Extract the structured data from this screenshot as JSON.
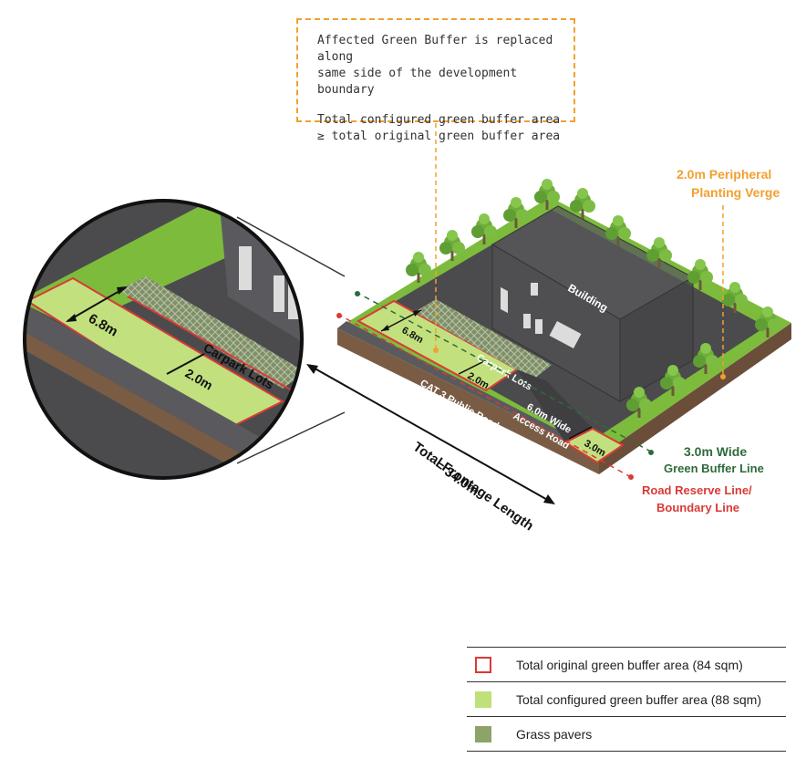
{
  "note": {
    "line1": "Affected Green Buffer is replaced along",
    "line2": "same side of the development boundary",
    "line3": "Total configured green buffer area",
    "line4": "≥ total original green buffer area"
  },
  "labels": {
    "building": "Building",
    "carpark": "Carpark Lots",
    "buffer_6_8": "6.8m",
    "buffer_2_0": "2.0m",
    "buffer_3_0": "3.0m",
    "public_road": "CAT 3 Public Road",
    "access_road_1": "6.0m Wide",
    "access_road_2": "Access Road",
    "frontage_1": "Total Frontage Length",
    "frontage_2": "= 34.0m",
    "verge_1": "2.0m Peripheral",
    "verge_2": "Planting Verge",
    "green_line_1": "3.0m Wide",
    "green_line_2": "Green Buffer Line",
    "road_reserve_1": "Road Reserve Line/",
    "road_reserve_2": "Boundary Line"
  },
  "legend": [
    {
      "label": "Total original green buffer area (84 sqm)",
      "swatch": "outline"
    },
    {
      "label": "Total configured green buffer area (88 sqm)",
      "swatch": "light"
    },
    {
      "label": "Grass pavers",
      "swatch": "pavers"
    }
  ],
  "colors": {
    "grass": "#7dbb3c",
    "light_green": "#c2e07e",
    "pavers": "#8ea36a",
    "asphalt": "#4b4b4e",
    "red_line": "#d93a36",
    "green_line": "#2e6b3a",
    "orange": "#f2a02f"
  }
}
